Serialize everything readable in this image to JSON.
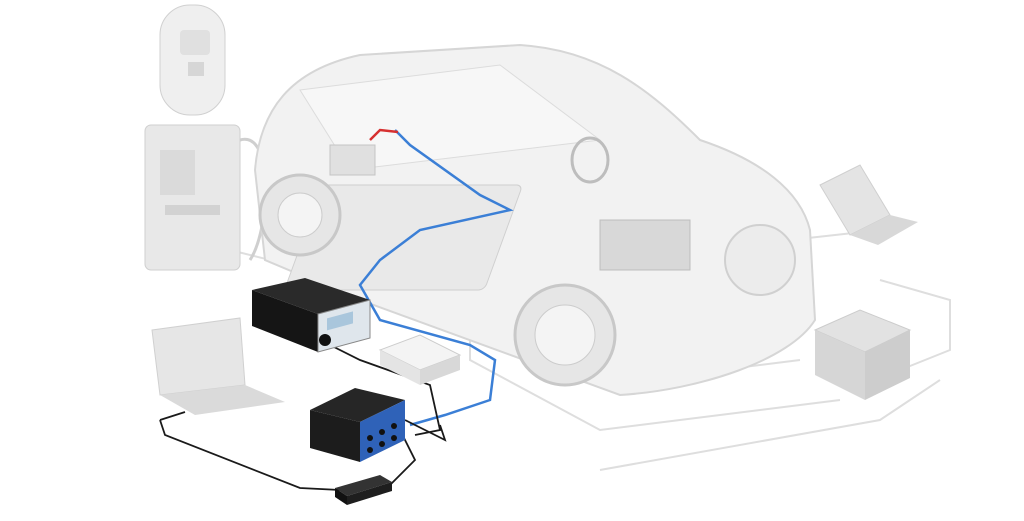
{
  "colors": {
    "background": "#ffffff",
    "ghost_fill": "#ececec",
    "ghost_stroke": "#d4d4d4",
    "ghost_dark": "#c6c6c6",
    "cable_blue": "#3b7fd6",
    "cable_red": "#d63030",
    "cable_black": "#1a1a1a",
    "device_black": "#1c1c1c",
    "device_blue": "#2f62b8",
    "display_blue": "#a9c6dc"
  },
  "icons": [
    "ev-charger",
    "car",
    "laptop",
    "data-logger",
    "interface-module",
    "sensor-box",
    "usb-dongle"
  ]
}
